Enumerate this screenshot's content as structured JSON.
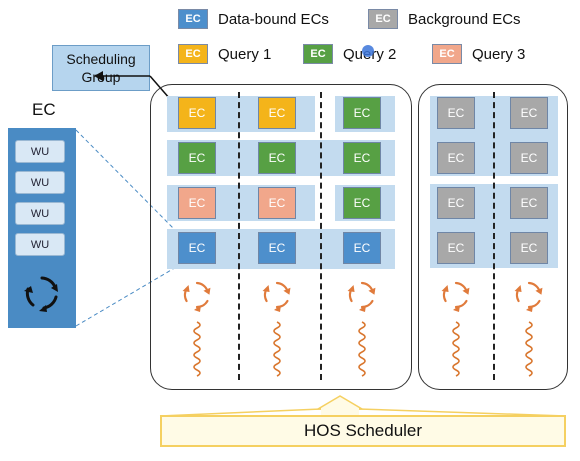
{
  "legend": {
    "data_bound": {
      "swatch": "EC",
      "label": "Data-bound ECs",
      "color": "#4d8fcc"
    },
    "background": {
      "swatch": "EC",
      "label": "Background ECs",
      "color": "#a8a8a8"
    },
    "query1": {
      "swatch": "EC",
      "label": "Query 1",
      "color": "#f4b41a"
    },
    "query2": {
      "swatch": "EC",
      "label": "Query 2",
      "color": "#57a044"
    },
    "query3": {
      "swatch": "EC",
      "label": "Query 3",
      "color": "#f1a78b"
    }
  },
  "scheduling_group_label": "Scheduling Group",
  "ec_panel": {
    "title": "EC",
    "wus": [
      "WU",
      "WU",
      "WU",
      "WU"
    ]
  },
  "ec_label": "EC",
  "scheduler_label": "HOS Scheduler",
  "colors": {
    "band": "#c3dbef",
    "ec_panel": "#4a8bc4",
    "cycle": "#e07b3c",
    "wave": "#d9772f",
    "scheduler_border": "#f5d061"
  }
}
